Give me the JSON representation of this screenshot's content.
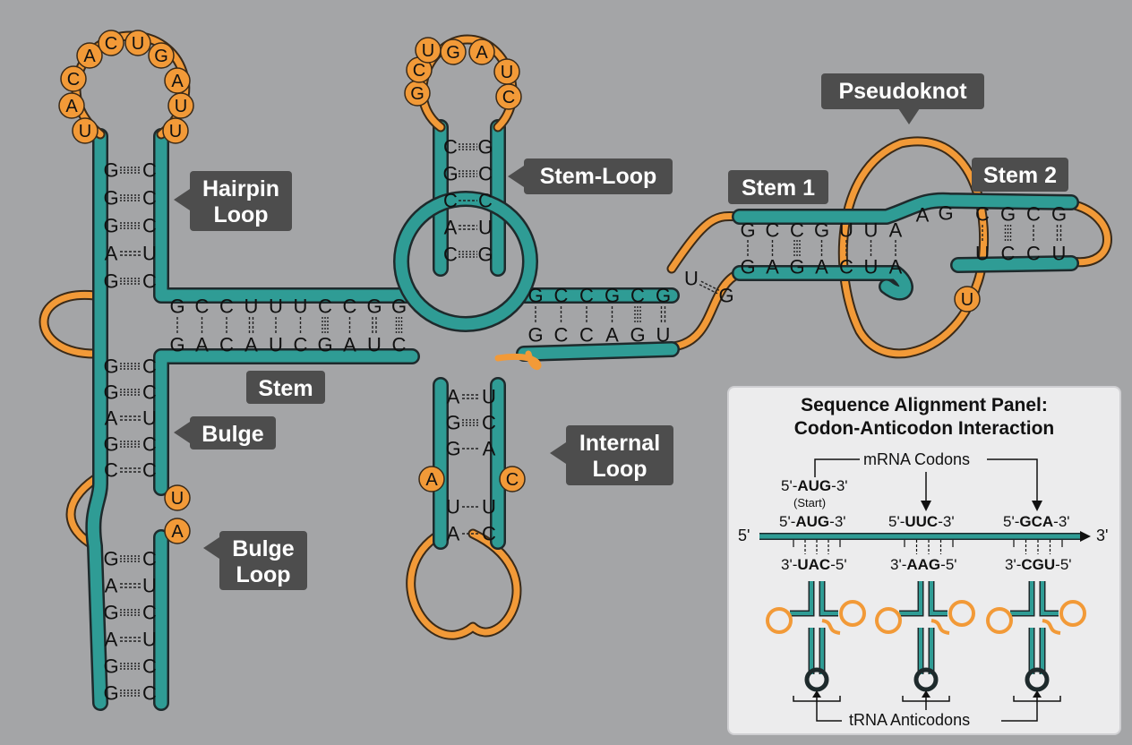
{
  "colors": {
    "background": "#a4a5a7",
    "stem": "#2f9c95",
    "loop": "#f29a38",
    "callout": "#4d4d4d",
    "panel": "#ececed",
    "text": "#111111"
  },
  "callouts": {
    "hairpin_loop": "Hairpin\nLoop",
    "stem_loop": "Stem-Loop",
    "stem": "Stem",
    "bulge": "Bulge",
    "bulge_loop": "Bulge\nLoop",
    "internal_loop": "Internal\nLoop",
    "pseudoknot": "Pseudoknot",
    "stem1": "Stem 1",
    "stem2": "Stem 2"
  },
  "structure": {
    "left_arm": {
      "hairpin_loop": [
        "U",
        "A",
        "C",
        "A",
        "C",
        "U",
        "G",
        "A",
        "U",
        "U"
      ],
      "upper_pairs": [
        [
          "G",
          "C"
        ],
        [
          "G",
          "C"
        ],
        [
          "G",
          "C"
        ],
        [
          "A",
          "U"
        ],
        [
          "G",
          "C"
        ]
      ],
      "lower_pairs": [
        [
          "G",
          "C"
        ],
        [
          "G",
          "C"
        ],
        [
          "A",
          "U"
        ],
        [
          "G",
          "C"
        ],
        [
          "C",
          "C"
        ]
      ],
      "bulge": [
        "U",
        "A"
      ],
      "bottom_pairs": [
        [
          "G",
          "C"
        ],
        [
          "A",
          "U"
        ],
        [
          "G",
          "C"
        ],
        [
          "A",
          "U"
        ],
        [
          "G",
          "C"
        ],
        [
          "G",
          "C"
        ]
      ]
    },
    "middle_stem": {
      "top": [
        "G",
        "C",
        "C",
        "U",
        "U",
        "U",
        "C",
        "C",
        "G",
        "G"
      ],
      "bottom": [
        "G",
        "A",
        "C",
        "A",
        "U",
        "C",
        "G",
        "A",
        "U",
        "C"
      ]
    },
    "stem_loop": {
      "loop": [
        "G",
        "C",
        "U",
        "G",
        "A",
        "U",
        "C"
      ],
      "pairs": [
        [
          "C",
          "G"
        ],
        [
          "G",
          "C"
        ],
        [
          "C",
          "C"
        ],
        [
          "A",
          "U"
        ],
        [
          "C",
          "G"
        ]
      ]
    },
    "lower_hairpin": {
      "pairs_top": [
        [
          "A",
          "U"
        ],
        [
          "G",
          "C"
        ],
        [
          "G",
          "A"
        ]
      ],
      "internal_loop": [
        "A",
        "C"
      ],
      "pairs_bottom": [
        [
          "U",
          "U"
        ],
        [
          "A",
          "C"
        ]
      ]
    },
    "right_stem": {
      "top": [
        "G",
        "C",
        "C",
        "G",
        "C",
        "G"
      ],
      "bottom": [
        "G",
        "C",
        "C",
        "A",
        "G",
        "U"
      ]
    },
    "ug_pair": [
      "U",
      "G"
    ],
    "stem1": {
      "top": [
        "G",
        "C",
        "C",
        "G",
        "U",
        "U",
        "A"
      ],
      "bottom": [
        "G",
        "A",
        "G",
        "A",
        "C",
        "U",
        "A"
      ]
    },
    "stem2": {
      "linker": [
        "A",
        "G"
      ],
      "top": [
        "C",
        "G",
        "C",
        "G"
      ],
      "bottom": [
        "U",
        "C",
        "C",
        "U"
      ]
    },
    "pseudoknot_base": "U"
  },
  "panel": {
    "title_line1": "Sequence Alignment Panel:",
    "title_line2": "Codon-Anticodon Interaction",
    "mrna_label": "mRNA Codons",
    "start_codon": {
      "pre": "5'-",
      "codon": "AUG",
      "post": "-3'"
    },
    "start_note": "(Start)",
    "codons": [
      {
        "pre": "5'-",
        "codon": "AUG",
        "post": "-3'"
      },
      {
        "pre": "5'-",
        "codon": "UUC",
        "post": "-3'"
      },
      {
        "pre": "5'-",
        "codon": "GCA",
        "post": "-3'"
      }
    ],
    "anticodons": [
      {
        "pre": "3'-",
        "codon": "UAC",
        "post": "-5'"
      },
      {
        "pre": "3'-",
        "codon": "AAG",
        "post": "-5'"
      },
      {
        "pre": "3'-",
        "codon": "CGU",
        "post": "-5'"
      }
    ],
    "five_prime": "5'",
    "three_prime": "3'",
    "trna_label": "tRNA Anticodons"
  }
}
